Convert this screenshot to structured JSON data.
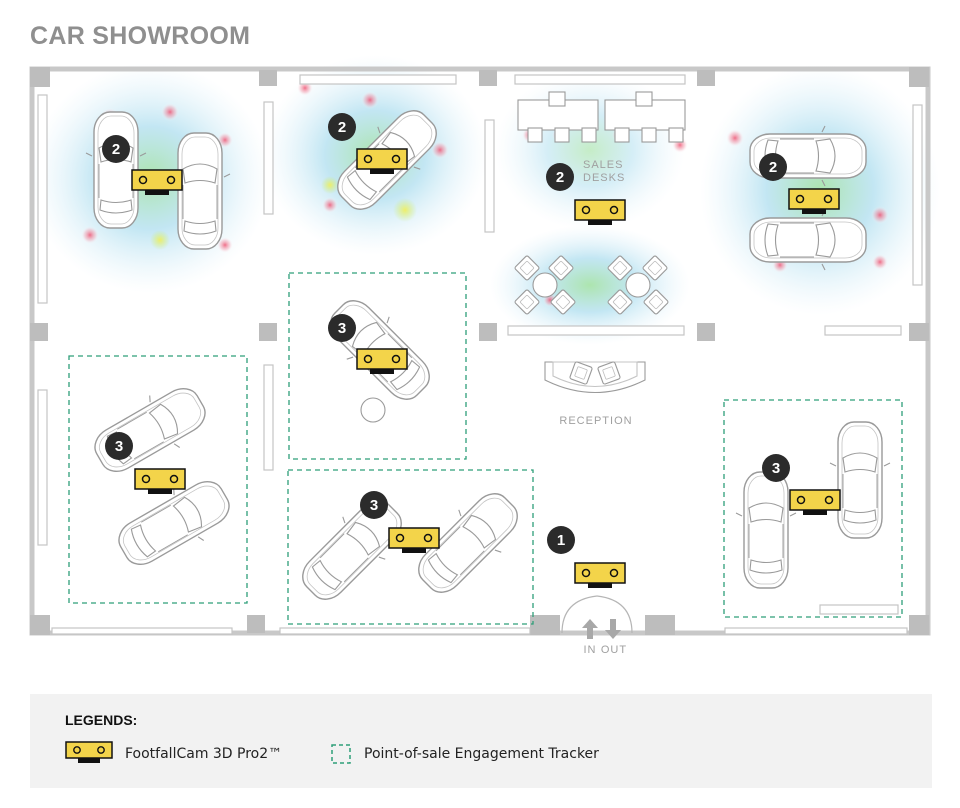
{
  "title": "CAR SHOWROOM",
  "labels": {
    "sales_desks_line1": "SALES",
    "sales_desks_line2": "DESKS",
    "reception": "RECEPTION",
    "in": "IN",
    "out": "OUT"
  },
  "zones": [
    {
      "number": "2"
    },
    {
      "number": "2"
    },
    {
      "number": "2"
    },
    {
      "number": "2"
    },
    {
      "number": "3"
    },
    {
      "number": "3"
    },
    {
      "number": "3"
    },
    {
      "number": "3"
    },
    {
      "number": "1"
    }
  ],
  "legend": {
    "title": "LEGENDS:",
    "camera_label": "FootfallCam 3D Pro2™",
    "tracker_label": "Point-of-sale Engagement Tracker"
  },
  "colors": {
    "camera_fill": "#f3d44a",
    "tracker_border": "#2e9f79",
    "badge": "#2b2b2b",
    "wall": "#c8c8c8"
  }
}
